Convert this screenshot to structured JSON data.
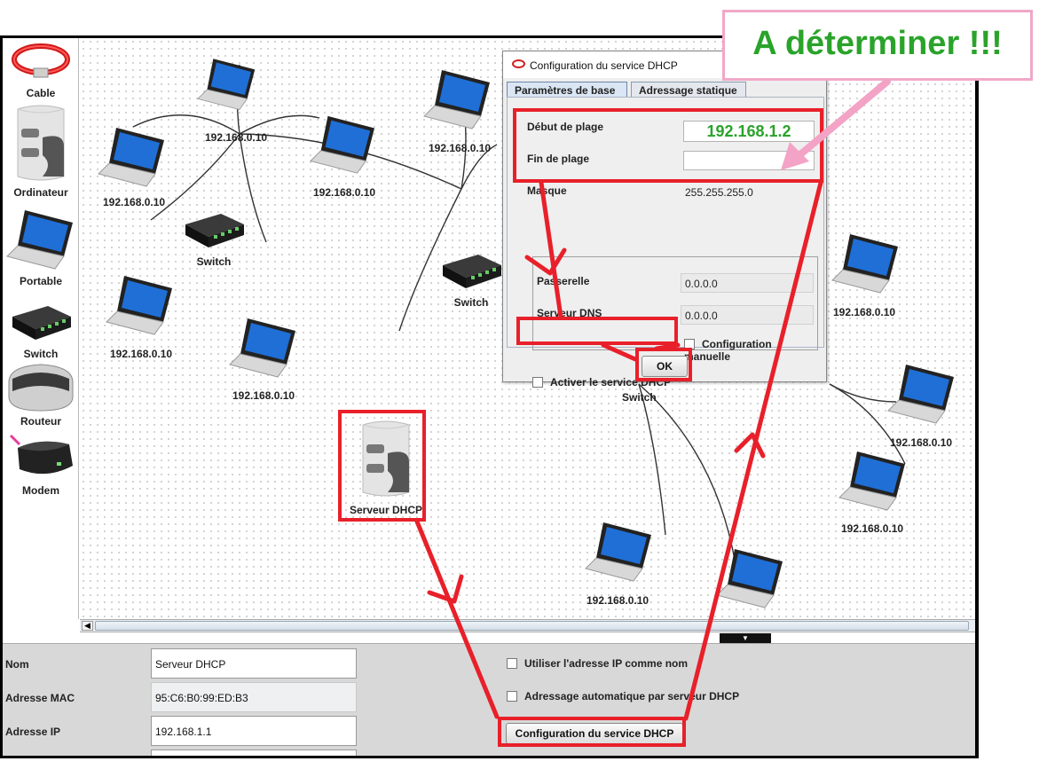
{
  "palette": {
    "items": [
      {
        "label": "Cable",
        "icon": "cable-icon"
      },
      {
        "label": "Ordinateur",
        "icon": "server-tower-icon"
      },
      {
        "label": "Portable",
        "icon": "laptop-icon"
      },
      {
        "label": "Switch",
        "icon": "switch-icon"
      },
      {
        "label": "Routeur",
        "icon": "router-icon"
      },
      {
        "label": "Modem",
        "icon": "modem-icon"
      }
    ]
  },
  "network": {
    "laptop_ip": "192.168.0.10",
    "switch_label": "Switch",
    "server_label": "Serveur DHCP"
  },
  "dialog": {
    "title": "Configuration du service DHCP",
    "tabs": [
      "Paramètres de base",
      "Adressage statique"
    ],
    "debut_label": "Début de plage",
    "debut_value": "192.168.1.2",
    "fin_label": "Fin de plage",
    "fin_value": "",
    "masque_label": "Masque",
    "masque_value": "255.255.255.0",
    "passerelle_label": "Passerelle",
    "passerelle_value": "0.0.0.0",
    "dns_label": "Serveur DNS",
    "dns_value": "0.0.0.0",
    "config_manuelle_label": "Configuration manuelle",
    "activer_label": "Activer le service DHCP",
    "ok_label": "OK"
  },
  "properties": {
    "nom_label": "Nom",
    "nom_value": "Serveur DHCP",
    "mac_label": "Adresse MAC",
    "mac_value": "95:C6:B0:99:ED:B3",
    "ip_label": "Adresse IP",
    "ip_value": "192.168.1.1",
    "utiliser_ip_label": "Utiliser l'adresse IP comme nom",
    "auto_dhcp_label": "Adressage automatique par serveur DHCP",
    "config_dhcp_button": "Configuration du service DHCP"
  },
  "annotation": {
    "callout": "A déterminer !!!",
    "highlight_color": "#e8202a",
    "callout_text_color": "#2aa32a",
    "callout_border_color": "#f0a8c8"
  }
}
